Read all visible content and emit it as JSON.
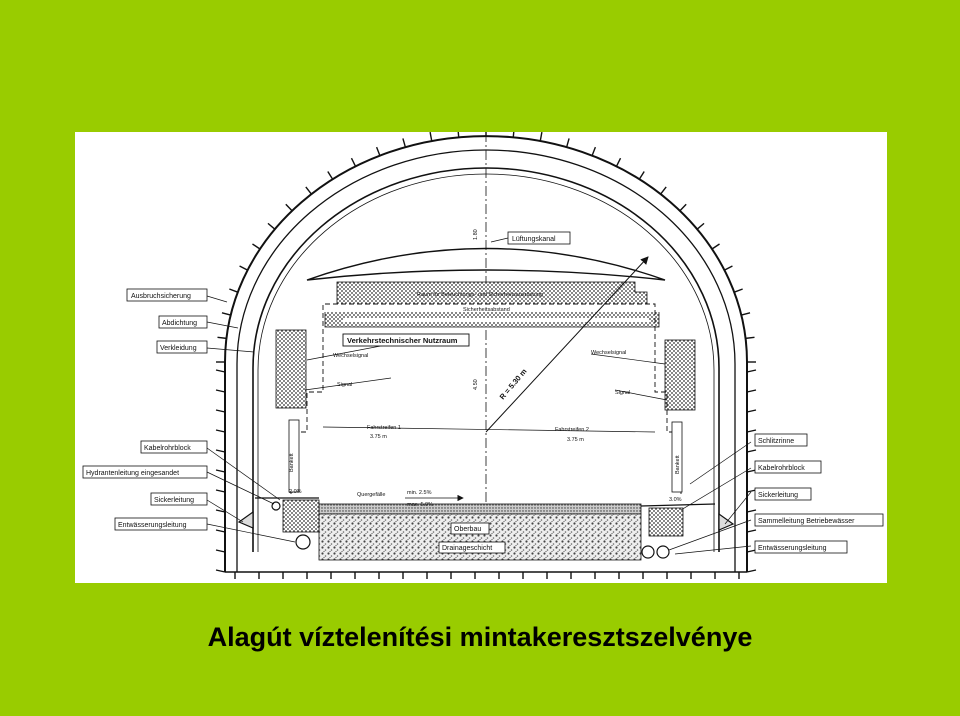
{
  "slide": {
    "background_color": "#99cc00",
    "title": "Alagút víztelenítési mintakeresztszelvénye"
  },
  "diagram": {
    "labels_left": [
      "Ausbruchsicherung",
      "Abdichtung",
      "Verkleidung",
      "Kabelrohrblock",
      "Hydrantenleitung eingesandet",
      "Sickerleitung",
      "Entwässerungsleitung"
    ],
    "labels_right": [
      "Schlitzrinne",
      "Kabelrohrblock",
      "Sickerleitung",
      "Sammelleitung Betriebewässer",
      "Entwässerungsleitung"
    ],
    "top_label": "Lüftungskanal",
    "ceiling_text_1": "Raum  für Beleuchtungs- und Sicherheitsausrüstung",
    "ceiling_text_2": "Sicherheitsabstand",
    "nutzraum_label": "Verkehrstechnischer Nutzraum",
    "wechselsignal_left": "Wechselsignal",
    "wechselsignal_right": "Wechselsignal",
    "signal_left": "Signal",
    "signal_right": "Signal",
    "lane_1": "Fahrstreifen 1",
    "lane_1_width": "3.75  m",
    "lane_2": "Fahrstreifen 2",
    "lane_2_width": "3.75  m",
    "radius": "R = 5.30  m",
    "height_top": "1.80",
    "height_main": "4.50",
    "bankett_left": "Bankett",
    "bankett_right": "Bankett",
    "slope_left": "2.0%",
    "slope_right": "3.0%",
    "quergefaelle": "Quergefälle",
    "min_slope": "min. 2.5%",
    "max_slope": "max. 5.0%",
    "oberbau": "Oberbau",
    "drainage": "Drainageschicht",
    "colors": {
      "line": "#111111",
      "paper": "#ffffff",
      "hatch": "#555555"
    }
  }
}
